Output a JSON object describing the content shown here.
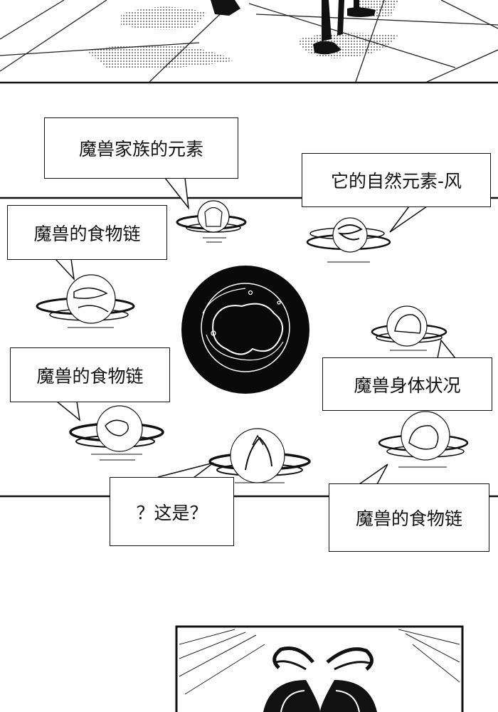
{
  "panels": {
    "top": {
      "scene": "floor-with-legs"
    },
    "middle": {
      "scene": "magic-orbs",
      "center": "dark-orb"
    },
    "bottom": {
      "scene": "creature-head"
    }
  },
  "bubbles": [
    {
      "id": "b1",
      "text": "魔兽家族的元素"
    },
    {
      "id": "b2",
      "text": "它的自然元素-风"
    },
    {
      "id": "b3",
      "text": "魔兽的食物链"
    },
    {
      "id": "b4",
      "text": "魔兽的食物链"
    },
    {
      "id": "b5",
      "text": "魔兽身体状况"
    },
    {
      "id": "b6",
      "text": "？这是？"
    },
    {
      "id": "b7",
      "text": "魔兽的食物链"
    }
  ]
}
